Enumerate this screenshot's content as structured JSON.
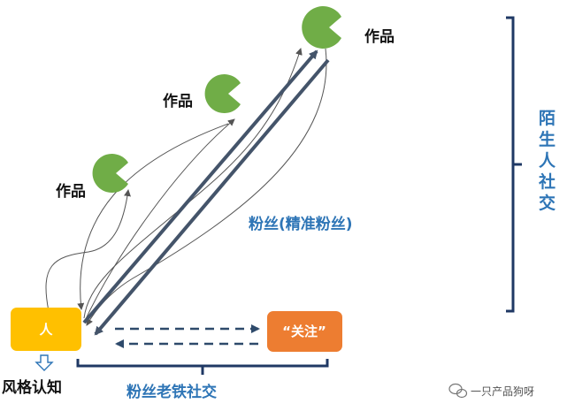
{
  "labels": {
    "work_1": "作品",
    "work_2": "作品",
    "work_3": "作品",
    "person": "人",
    "follow": "“关注”",
    "fans": "粉丝(精准粉丝)",
    "style": "风格认知",
    "fan_social": "粉丝老铁社交",
    "stranger_social": [
      "陌",
      "生",
      "人",
      "社",
      "交"
    ],
    "watermark": "一只产品狗呀"
  },
  "colors": {
    "person_box": "#FFC000",
    "follow_box": "#ED7D31",
    "work_icon": "#70AD47",
    "arrow_main": "#44546A",
    "accent_text": "#2E75B6",
    "bracket": "#1F3864"
  },
  "icons": {
    "work": "pacman-icon",
    "style_arrow": "down-arrow-icon",
    "watermark": "wechat-icon"
  }
}
